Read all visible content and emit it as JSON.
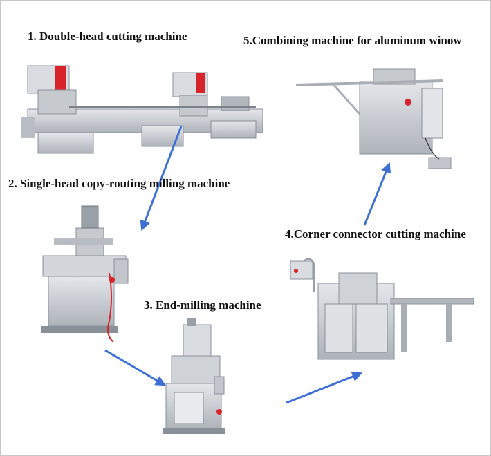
{
  "labels": {
    "m1": "1. Double-head cutting machine",
    "m2": "2. Single-head copy-routing milling machine",
    "m3": "3. End-milling machine",
    "m4": "4.Corner connector cutting machine",
    "m5": "5.Combining machine for aluminum winow"
  },
  "colors": {
    "arrow": "#3d6fd6",
    "steel": "#c9ccd1",
    "steel_dark": "#9aa0a8",
    "red": "#d8232a"
  },
  "icons": [
    "arrow-icon"
  ]
}
